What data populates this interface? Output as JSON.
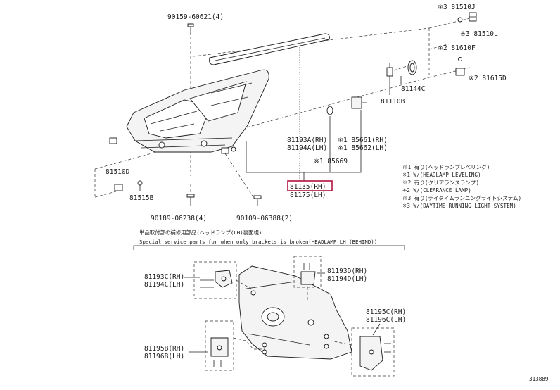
{
  "labels": {
    "p90159": "90159-60621(4)",
    "p81510J": "※3 81510J",
    "p81510L": "※3 81510L",
    "p81610F": "※2 81610F",
    "p81615D": "※2 81615D",
    "p81144C": "81144C",
    "p81110B": "81110B",
    "p81193A": "81193A(RH)",
    "p81194A": "81194A(LH)",
    "p85661": "※1 85661(RH)",
    "p85662": "※1 85662(LH)",
    "p85669": "※1 85669",
    "p81135": "81135(RH)",
    "p81175": "81175(LH)",
    "p81510D": "81510D",
    "p81515B": "81515B",
    "p90189": "90189-06238(4)",
    "p90109": "90109-06388(2)",
    "p81193C": "81193C(RH)",
    "p81194C": "81194C(LH)",
    "p81193D": "81193D(RH)",
    "p81194D": "81194D(LH)",
    "p81195C": "81195C(RH)",
    "p81196C": "81196C(LH)",
    "p81195B": "81195B(RH)",
    "p81196B": "81196B(LH)"
  },
  "notes": [
    "※1 有り(ヘッドランプレベリング)",
    "※1 W/(HEADLAMP LEVELING)",
    "※2 有り(クリアランスランプ)",
    "※2 W/(CLEARANCE LAMP)",
    "※3 有り(デイタイムランニングライトシステム)",
    "※3 W/(DAYTIME RUNNING LIGHT SYSTEM)"
  ],
  "service_title_jp": "単品取付部の補修用部品(ヘッドランプ(LH)裏面視)",
  "service_title_en": "Special service parts for when only brackets is broken(HEADLAMP LH (BEHIND))",
  "figure_code": "313889",
  "colors": {
    "highlight": "#b3123f",
    "ink": "#1a1a1a"
  }
}
